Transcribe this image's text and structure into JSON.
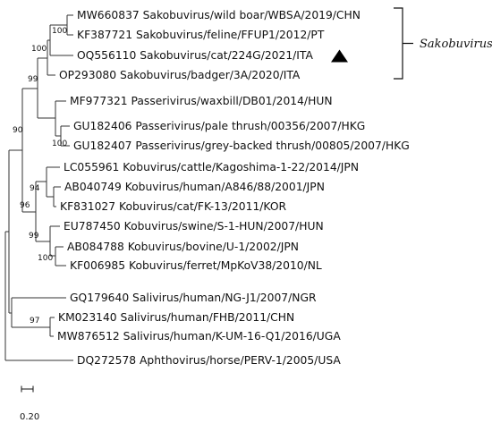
{
  "taxa": [
    {
      "label": "MW660837 Sakobuvirus/wild boar/WBSA/2019/CHN"
    },
    {
      "label": "KF387721 Sakobuvirus/feline/FFUP1/2012/PT"
    },
    {
      "label": "OQ556110 Sakobuvirus/cat/224G/2021/ITA",
      "marker": "filled-triangle"
    },
    {
      "label": "OP293080 Sakobuvirus/badger/3A/2020/ITA"
    },
    {
      "label": "MF977321 Passerivirus/waxbill/DB01/2014/HUN"
    },
    {
      "label": "GU182406 Passerivirus/pale thrush/00356/2007/HKG"
    },
    {
      "label": "GU182407 Passerivirus/grey-backed thrush/00805/2007/HKG"
    },
    {
      "label": "LC055961 Kobuvirus/cattle/Kagoshima-1-22/2014/JPN"
    },
    {
      "label": "AB040749 Kobuvirus/human/A846/88/2001/JPN"
    },
    {
      "label": "KF831027 Kobuvirus/cat/FK-13/2011/KOR"
    },
    {
      "label": "EU787450 Kobuvirus/swine/S-1-HUN/2007/HUN"
    },
    {
      "label": "AB084788 Kobuvirus/bovine/U-1/2002/JPN"
    },
    {
      "label": "KF006985 Kobuvirus/ferret/MpKoV38/2010/NL"
    },
    {
      "label": "GQ179640 Salivirus/human/NG-J1/2007/NGR"
    },
    {
      "label": "KM023140 Salivirus/human/FHB/2011/CHN"
    },
    {
      "label": "MW876512 Salivirus/human/K-UM-16-Q1/2016/UGA"
    },
    {
      "label": "DQ272578 Aphthovirus/horse/PERV-1/2005/USA"
    }
  ],
  "support_values": [
    "100",
    "100",
    "99",
    "90",
    "100",
    "96",
    "94",
    "99",
    "100",
    "97"
  ],
  "clade": {
    "name": "Sakobuvirus"
  },
  "scale_bar": {
    "label": "0.20"
  },
  "colors": {
    "branch": "#333333",
    "text": "#111111"
  }
}
